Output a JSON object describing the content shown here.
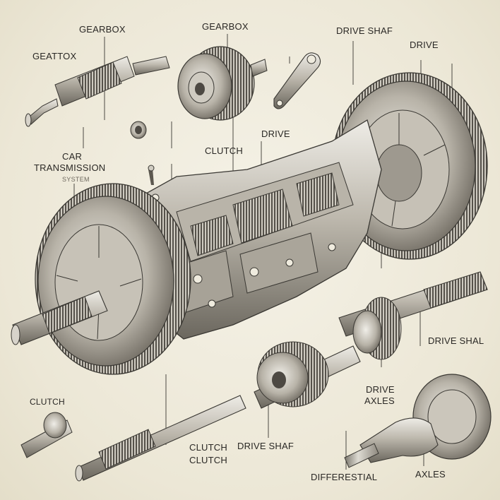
{
  "labels": {
    "gearbox_left": "GEARBOX",
    "gearbox_center": "GEARBOX",
    "gearbox_top_left": "GEATTOX",
    "drive_shaft_top": "DRIVE SHAF",
    "drive_top_right": "DRIVE",
    "drive_mid": "DRIVE",
    "clutch_mid": "CLUTCH",
    "title_line1": "CAR",
    "title_line2": "TRANSMISSION",
    "title_line3": "SYSTEM",
    "drive_shaft_right": "DRIVE SHAL",
    "clutch_left": "CLUTCH",
    "drive_axles_line1": "DRIVE",
    "drive_axles_line2": "AXLES",
    "clutch_bottom_1": "CLUTCH",
    "clutch_bottom_2": "CLUTCH",
    "drive_shaft_bottom": "DRIVE SHAF",
    "differential": "DIFFERESTIAL",
    "axles": "AXLES"
  },
  "colors": {
    "ink": "#2a2825",
    "paper": "#efebde",
    "metal_light": "#d9d6cf",
    "metal_mid": "#a9a49a",
    "metal_dark": "#5c584f"
  }
}
